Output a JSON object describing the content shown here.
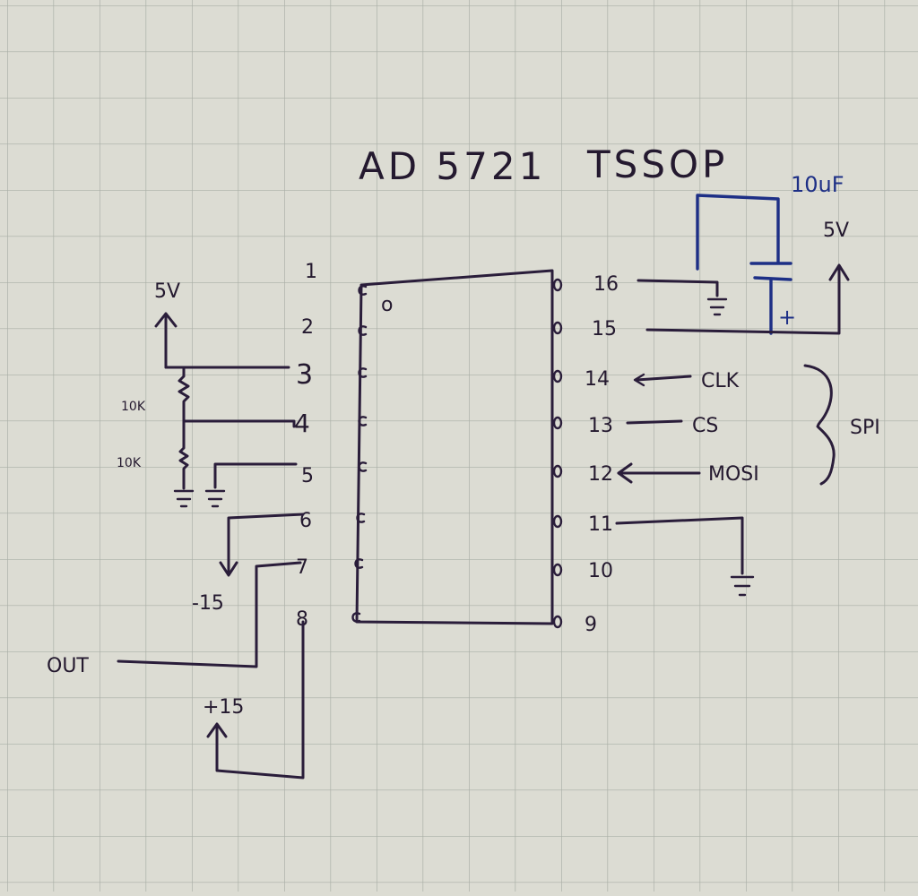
{
  "title": {
    "part": "AD 5721",
    "package": "TSSOP"
  },
  "chip": {
    "pin1_marker": "o"
  },
  "pins": [
    {
      "num": "1"
    },
    {
      "num": "2"
    },
    {
      "num": "3"
    },
    {
      "num": "4"
    },
    {
      "num": "5"
    },
    {
      "num": "6"
    },
    {
      "num": "7"
    },
    {
      "num": "8"
    },
    {
      "num": "9"
    },
    {
      "num": "10"
    },
    {
      "num": "11"
    },
    {
      "num": "12"
    },
    {
      "num": "13"
    },
    {
      "num": "14"
    },
    {
      "num": "15"
    },
    {
      "num": "16"
    }
  ],
  "labels": {
    "vcc_left": "5V",
    "vcc_right": "5V",
    "res_top": "10K",
    "res_bottom": "10K",
    "neg_supply": "-15",
    "pos_supply": "+15",
    "output": "OUT",
    "cap_value": "10uF",
    "cap_plus": "+",
    "sclk": "CLK",
    "cs": "CS",
    "mosi": "MOSI",
    "spi_group": "SPI"
  },
  "colors": {
    "paper": "#dcdcd3",
    "grid": "#a9aea6",
    "ink": "#2a1d3a",
    "cap_ink": "#1d2f86"
  }
}
